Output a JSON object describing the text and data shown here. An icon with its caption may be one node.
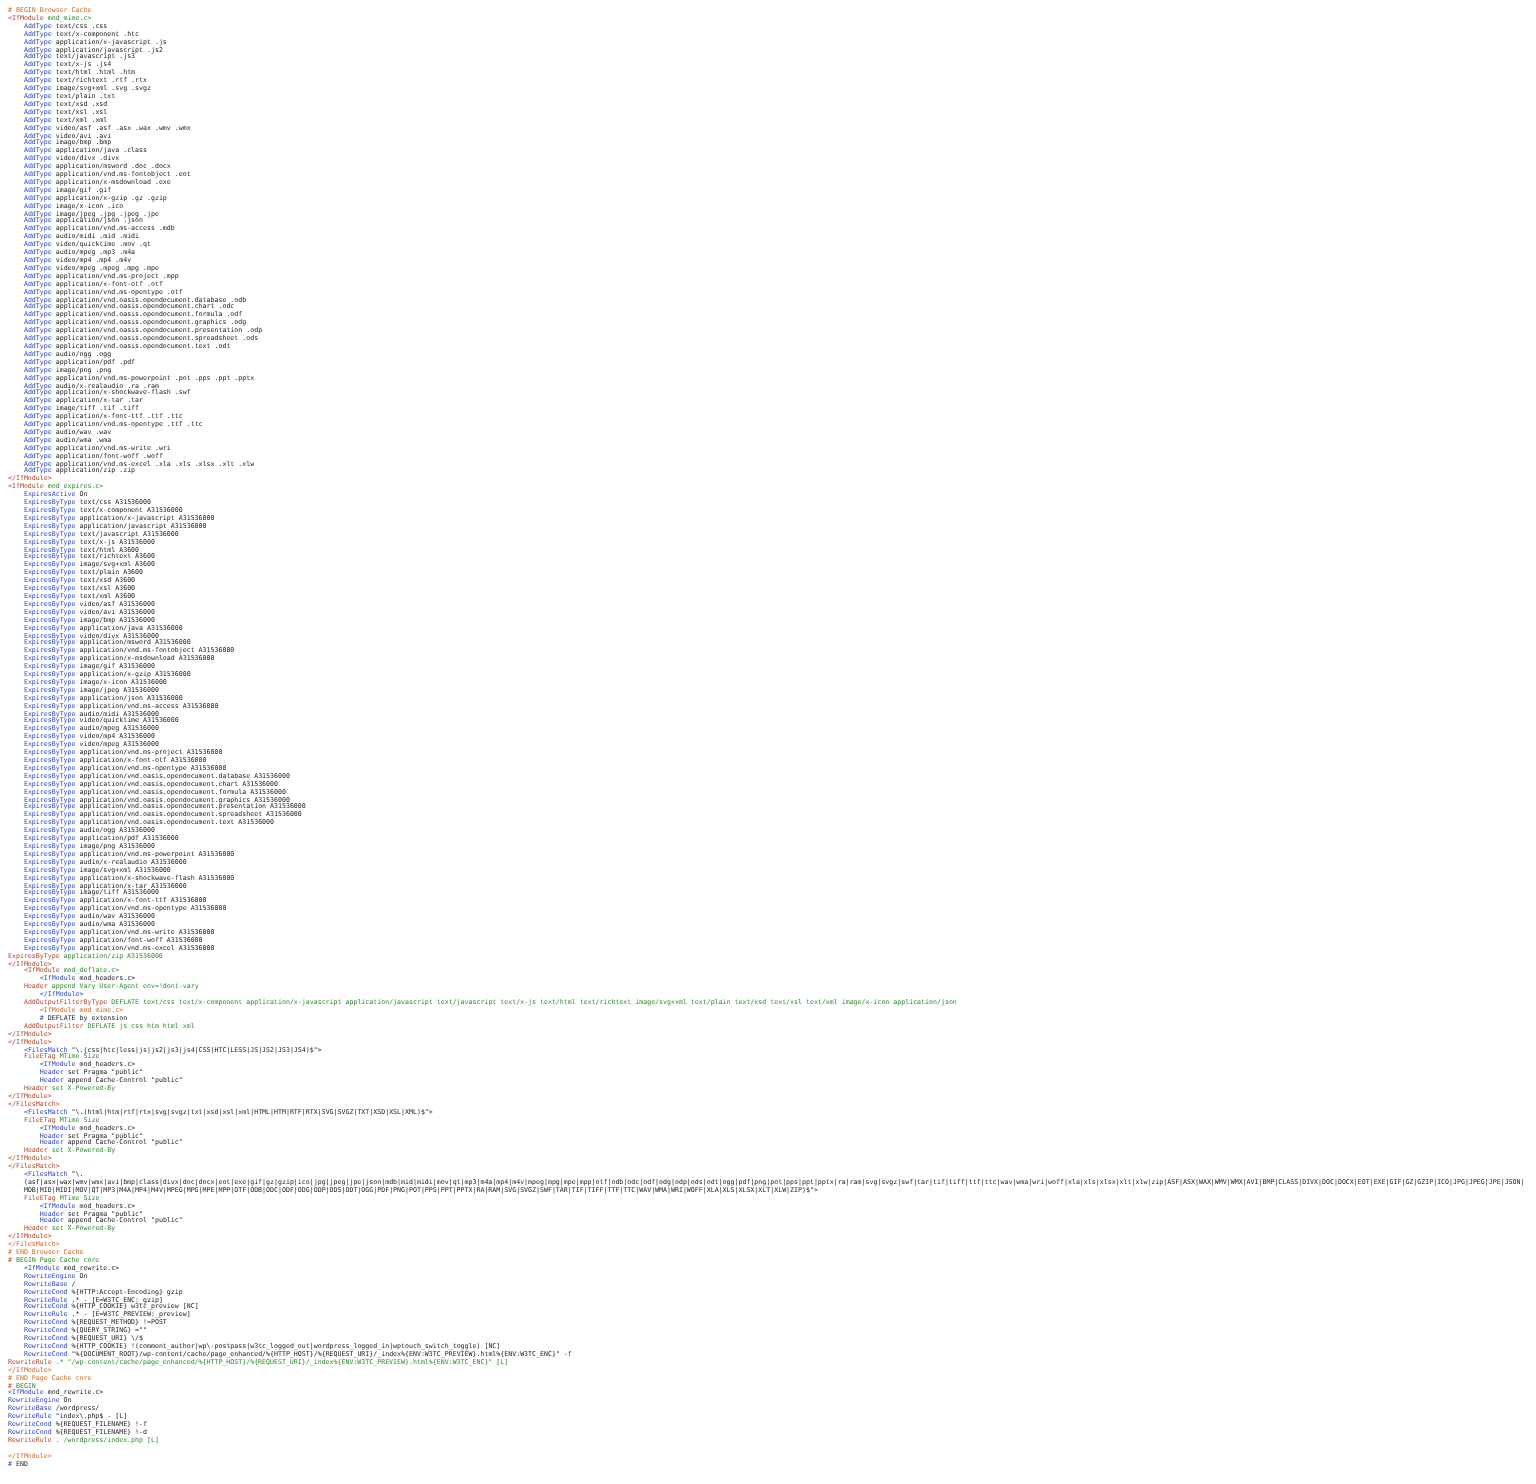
{
  "diagram": {
    "labels": [
      "# BEGIN Browser Cache",
      "<IfModule mod_mime.c>",
      "AddType text/css .css",
      "AddType text/x-component .htc",
      "AddType application/x-javascript .js",
      "AddType application/javascript .js2",
      "AddType text/javascript .js3",
      "AddType text/x-js .js4",
      "AddType text/html .html .htm",
      "AddType text/richtext .rtf .rtx",
      "AddType image/svg+xml .svg .svgz",
      "AddType text/plain .txt",
      "AddType text/xsd .xsd",
      "AddType text/xsl .xsl",
      "AddType text/xml .xml",
      "AddType video/asf .asf .asx .wax .wmv .wmx",
      "AddType video/avi .avi",
      "AddType image/bmp .bmp",
      "AddType application/java .class",
      "AddType video/divx .divx",
      "AddType application/msword .doc .docx",
      "AddType application/vnd.ms-fontobject .eot",
      "AddType application/x-msdownload .exe",
      "AddType image/gif .gif",
      "AddType application/x-gzip .gz .gzip",
      "AddType image/x-icon .ico",
      "AddType image/jpeg .jpg .jpeg .jpe",
      "AddType application/json .json",
      "AddType application/vnd.ms-access .mdb",
      "AddType audio/midi .mid .midi",
      "AddType video/quicktime .mov .qt",
      "AddType audio/mpeg .mp3 .m4a",
      "AddType video/mp4 .mp4 .m4v",
      "AddType video/mpeg .mpeg .mpg .mpe",
      "AddType application/vnd.ms-project .mpp",
      "AddType application/x-font-otf .otf",
      "AddType application/vnd.ms-opentype .otf",
      "AddType application/vnd.oasis.opendocument.database .odb",
      "AddType application/vnd.oasis.opendocument.chart .odc",
      "AddType application/vnd.oasis.opendocument.formula .odf",
      "AddType application/vnd.oasis.opendocument.graphics .odg",
      "AddType application/vnd.oasis.opendocument.presentation .odp",
      "AddType application/vnd.oasis.opendocument.spreadsheet .ods",
      "AddType application/vnd.oasis.opendocument.text .odt",
      "AddType audio/ogg .ogg",
      "AddType application/pdf .pdf",
      "AddType image/png .png",
      "AddType application/vnd.ms-powerpoint .pot .pps .ppt .pptx",
      "AddType audio/x-realaudio .ra .ram",
      "AddType application/x-shockwave-flash .swf",
      "AddType application/x-tar .tar",
      "AddType image/tiff .tif .tiff",
      "AddType application/x-font-ttf .ttf .ttc",
      "AddType application/vnd.ms-opentype .ttf .ttc",
      "AddType audio/wav .wav",
      "AddType audio/wma .wma",
      "AddType application/vnd.ms-write .wri",
      "AddType application/font-woff .woff",
      "AddType application/vnd.ms-excel .xla .xls .xlsx .xlt .xlw",
      "AddType application/zip .zip",
      "</IfModule>",
      "<IfModule mod_expires.c>",
      "ExpiresActive On",
      "ExpiresByType text/css A31536000",
      "ExpiresByType text/x-component A31536000",
      "ExpiresByType application/x-javascript A31536000",
      "ExpiresByType application/javascript A31536000",
      "ExpiresByType text/javascript A31536000",
      "ExpiresByType text/x-js A31536000",
      "ExpiresByType text/html A3600",
      "ExpiresByType text/richtext A3600",
      "ExpiresByType image/svg+xml A3600",
      "ExpiresByType text/plain A3600",
      "ExpiresByType text/xsd A3600",
      "ExpiresByType text/xsl A3600",
      "ExpiresByType text/xml A3600",
      "ExpiresByType video/asf A31536000",
      "ExpiresByType video/avi A31536000",
      "ExpiresByType image/bmp A31536000",
      "ExpiresByType application/java A31536000",
      "ExpiresByType video/divx A31536000",
      "ExpiresByType application/msword A31536000",
      "ExpiresByType application/vnd.ms-fontobject A31536000",
      "ExpiresByType application/x-msdownload A31536000",
      "ExpiresByType image/gif A31536000",
      "ExpiresByType application/x-gzip A31536000",
      "ExpiresByType image/x-icon A31536000",
      "ExpiresByType image/jpeg A31536000",
      "ExpiresByType application/json A31536000",
      "ExpiresByType application/vnd.ms-access A31536000",
      "ExpiresByType audio/midi A31536000",
      "ExpiresByType video/quicktime A31536000",
      "ExpiresByType audio/mpeg A31536000",
      "ExpiresByType video/mp4 A31536000",
      "ExpiresByType video/mpeg A31536000",
      "ExpiresByType application/vnd.ms-project A31536000",
      "ExpiresByType application/x-font-otf A31536000",
      "ExpiresByType application/vnd.ms-opentype A31536000",
      "ExpiresByType application/vnd.oasis.opendocument.database A31536000",
      "ExpiresByType application/vnd.oasis.opendocument.chart A31536000",
      "ExpiresByType application/vnd.oasis.opendocument.formula A31536000",
      "ExpiresByType application/vnd.oasis.opendocument.graphics A31536000",
      "ExpiresByType application/vnd.oasis.opendocument.presentation A31536000",
      "ExpiresByType application/vnd.oasis.opendocument.spreadsheet A31536000",
      "ExpiresByType application/vnd.oasis.opendocument.text A31536000",
      "ExpiresByType audio/ogg A31536000",
      "ExpiresByType application/pdf A31536000",
      "ExpiresByType image/png A31536000",
      "ExpiresByType application/vnd.ms-powerpoint A31536000",
      "ExpiresByType audio/x-realaudio A31536000",
      "ExpiresByType image/svg+xml A31536000",
      "ExpiresByType application/x-shockwave-flash A31536000",
      "ExpiresByType application/x-tar A31536000",
      "ExpiresByType image/tiff A31536000",
      "ExpiresByType application/x-font-ttf A31536000",
      "ExpiresByType application/vnd.ms-opentype A31536000",
      "ExpiresByType audio/wav A31536000",
      "ExpiresByType audio/wma A31536000",
      "ExpiresByType application/vnd.ms-write A31536000",
      "ExpiresByType application/font-woff A31536000",
      "ExpiresByType application/vnd.ms-excel A31536000",
      "ExpiresByType application/zip A31536000",
      "</IfModule>",
      "<IfModule mod_deflate.c>",
      "<IfModule mod_headers.c>",
      "Header append Vary User-Agent env=!dont-vary",
      "</IfModule>",
      "AddOutputFilterByType DEFLATE text/css text/x-component application/x-javascript application/javascript text/javascript text/x-js text/html text/richtext image/svg+xml text/plain text/xsd text/xsl text/xml image/x-icon application/json",
      "<IfModule mod_mime.c>",
      "# DEFLATE by extension",
      "AddOutputFilter DEFLATE js css htm html xml",
      "</IfModule>",
      "</IfModule>",
      "<FilesMatch \"\\.(css|htc|less|js|js2|js3|js4|CSS|HTC|LESS|JS|JS2|JS3|JS4)$\">",
      "FileETag MTime Size",
      "<IfModule mod_headers.c>",
      "Header set Pragma \"public\"",
      "Header append Cache-Control \"public\"",
      "Header set X-Powered-By",
      "</IfModule>",
      "</FilesMatch>",
      "<FilesMatch \"\\.(html|htm|rtf|rtx|svg|svgz|txt|xsd|xsl|xml|HTML|HTM|RTF|RTX|SVG|SVGZ|TXT|XSD|XSL|XML)$\">",
      "FileETag MTime Size",
      "<IfModule mod_headers.c>",
      "Header set Pragma \"public\"",
      "Header append Cache-Control \"public\"",
      "Header set X-Powered-By",
      "</IfModule>",
      "</FilesMatch>",
      "<FilesMatch \"\\.(asf|asx|wax|wmv|wmx|avi|bmp|class|divx|doc|docx|eot|exe|gif|gz|gzip|ico|jpg|jpeg|jpe|json|mdb|mid|midi|mov|qt|mp3|m4a|mp4|m4v|mpeg|mpg|mpe|mpp|otf|odb|odc|odf|odg|odp|ods|odt|ogg|pdf|png|pot|pps|ppt|pptx|ra|ram|svg|svgz|swf|tar|tif|tiff|ttf|ttc|wav|wma|wri|woff|xla|xls|xlsx|xlt|xlw|zip|ASF|ASX|WAX|WMV|WMX|AVI|BMP|CLASS|DIVX|DOC|DOCX|EOT|EXE|GIF|GZ|GZIP|ICO|JPG|JPEG|JPE|JSON|MDB|MID|MIDI|MOV|QT|MP3|M4A|MP4|M4V|MPEG|MPG|MPE|MPP|OTF|ODB|ODC|ODF|ODG|ODP|ODS|ODT|OGG|PDF|PNG|POT|PPS|PPT|PPTX|RA|RAM|SVG|SVGZ|SWF|TAR|TIF|TIFF|TTF|TTC|WAV|WMA|WRI|WOFF|XLA|XLS|XLSX|XLT|XLW|ZIP)$\">",
      "FileETag MTime Size",
      "<IfModule mod_headers.c>",
      "Header set Pragma \"public\"",
      "Header append Cache-Control \"public\"",
      "Header set X-Powered-By",
      "</IfModule>",
      "</FilesMatch>",
      "# END Browser Cache",
      "# BEGIN Page Cache core",
      "<IfModule mod_rewrite.c>",
      "RewriteEngine On",
      "RewriteBase /",
      "RewriteCond %{HTTP:Accept-Encoding} gzip",
      "RewriteRule .* - [E=W3TC_ENC:_gzip]",
      "RewriteCond %{HTTP_COOKIE} w3tc_preview [NC]",
      "RewriteRule .* - [E=W3TC_PREVIEW:_preview]",
      "RewriteCond %{REQUEST_METHOD} !=POST",
      "RewriteCond %{QUERY_STRING} =\"\"",
      "RewriteCond %{REQUEST_URI} \\/$",
      "RewriteCond %{HTTP_COOKIE} !(comment_author|wp\\-postpass|w3tc_logged_out|wordpress_logged_in|wptouch_switch_toggle) [NC]",
      "RewriteCond \"%{DOCUMENT_ROOT}/wp-content/cache/page_enhanced/%{HTTP_HOST}/%{REQUEST_URI}/_index%{ENV:W3TC_PREVIEW}.html%{ENV:W3TC_ENC}\" -f",
      "RewriteRule .* \"/wp-content/cache/page_enhanced/%{HTTP_HOST}/%{REQUEST_URI}/_index%{ENV:W3TC_PREVIEW}.html%{ENV:W3TC_ENC}\" [L]",
      "</IfModule>",
      "# END Page Cache core",
      "# BEGIN",
      "<IfModule mod_rewrite.c>",
      "RewriteEngine On",
      "RewriteBase /wordpress/",
      "RewriteRule ^index\\.php$ - [L]",
      "RewriteCond %{REQUEST_FILENAME} !-f",
      "RewriteCond %{REQUEST_FILENAME} !-d",
      "RewriteRule . /wordpress/index.php [L]",
      "</IfModule>",
      "# END"
    ]
  }
}
